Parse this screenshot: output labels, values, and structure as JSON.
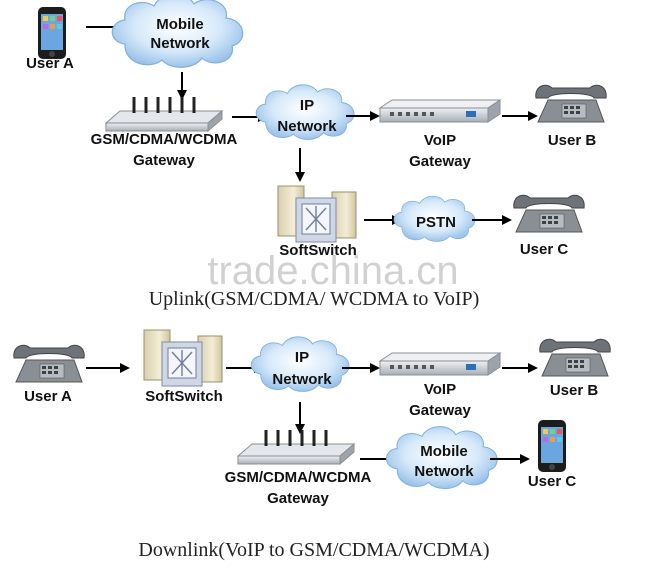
{
  "uplink": {
    "user_a": "User A",
    "mobile_network": [
      "Mobile",
      "Network"
    ],
    "gateway_gsm": [
      "GSM/CDMA/WCDMA",
      "Gateway"
    ],
    "ip_network": [
      "IP",
      "Network"
    ],
    "voip_gateway": [
      "VoIP",
      "Gateway"
    ],
    "user_b": "User B",
    "softswitch": "SoftSwitch",
    "pstn": "PSTN",
    "user_c": "User C",
    "caption": "Uplink(GSM/CDMA/ WCDMA to VoIP)"
  },
  "downlink": {
    "user_a": "User A",
    "softswitch": "SoftSwitch",
    "ip_network": [
      "IP",
      "Network"
    ],
    "voip_gateway": [
      "VoIP",
      "Gateway"
    ],
    "user_b": "User B",
    "gateway_gsm": [
      "GSM/CDMA/WCDMA",
      "Gateway"
    ],
    "mobile_network": [
      "Mobile",
      "Network"
    ],
    "user_c": "User C",
    "caption": "Downlink(VoIP to GSM/CDMA/WCDMA)"
  },
  "watermark": "trade.china.cn",
  "icons": {
    "mobile_phone": "mobile-phone-icon",
    "desk_phone": "desk-phone-icon",
    "cloud": "cloud-icon",
    "gsm_gateway": "gsm-gateway-icon",
    "voip_gateway": "voip-gateway-icon",
    "softswitch": "softswitch-server-icon"
  },
  "colors": {
    "cloud_fill": "#c9e1f7",
    "cloud_edge": "#7fb0e0",
    "device_silver": "#c8ccd2",
    "phone_body": "#8a8f96",
    "server_beige": "#e9e2c9"
  }
}
